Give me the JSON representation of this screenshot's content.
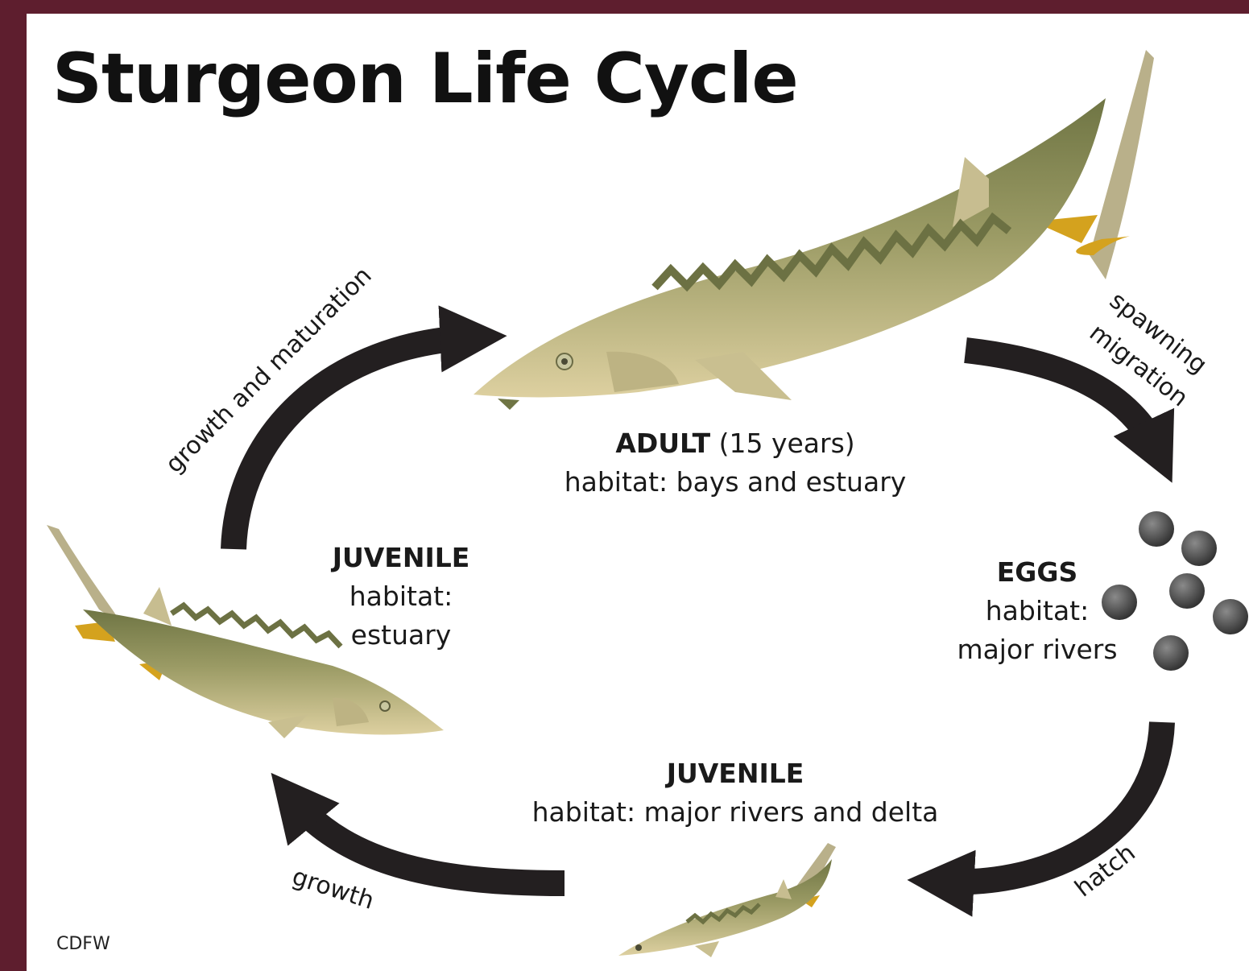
{
  "title": "Sturgeon Life Cycle",
  "stages": {
    "adult": {
      "name": "ADULT",
      "age": " (15 years)",
      "habitat": "habitat: bays and estuary"
    },
    "eggs": {
      "name": "EGGS",
      "habitat_label": "habitat:",
      "habitat_value": "major rivers"
    },
    "juvenile_estuary": {
      "name": "JUVENILE",
      "habitat_label": "habitat:",
      "habitat_value": "estuary"
    },
    "juvenile_river": {
      "name": "JUVENILE",
      "habitat": "habitat: major rivers and delta"
    }
  },
  "transitions": {
    "spawning_line1": "spawning",
    "spawning_line2": "migration",
    "hatch": "hatch",
    "growth": "growth",
    "maturation": "growth and maturation"
  },
  "credit": "CDFW",
  "colors": {
    "background_border": "#5e1e2e",
    "arrow": "#231f20",
    "fish_back": "#7a7f4a",
    "fish_belly": "#d8ca98",
    "fin_accent": "#d4a21e",
    "egg": "#4a4a4a"
  }
}
